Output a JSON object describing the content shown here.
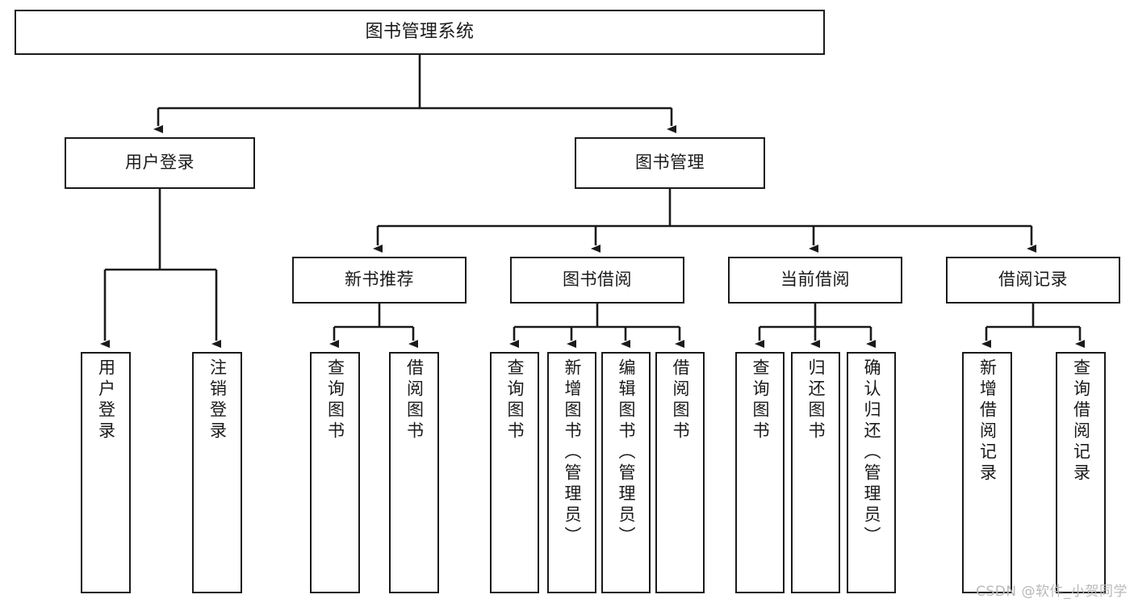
{
  "diagram": {
    "title": "图书管理系统",
    "type": "hierarchy-tree",
    "colors": {
      "stroke": "#1a1a1a",
      "fill": "#ffffff",
      "background": "#ffffff",
      "watermark": "#b9b9b9"
    },
    "levels": {
      "root": {
        "label": "图书管理系统"
      },
      "level2": [
        {
          "label": "用户登录"
        },
        {
          "label": "图书管理"
        }
      ],
      "level3": [
        {
          "label": "新书推荐"
        },
        {
          "label": "图书借阅"
        },
        {
          "label": "当前借阅"
        },
        {
          "label": "借阅记录"
        }
      ],
      "leaves": [
        {
          "label": "用户登录",
          "parent": "用户登录"
        },
        {
          "label": "注销登录",
          "parent": "用户登录"
        },
        {
          "label": "查询图书",
          "parent": "新书推荐"
        },
        {
          "label": "借阅图书",
          "parent": "新书推荐"
        },
        {
          "label": "查询图书",
          "parent": "图书借阅"
        },
        {
          "label": "新增图书（管理员）",
          "parent": "图书借阅"
        },
        {
          "label": "编辑图书（管理员）",
          "parent": "图书借阅"
        },
        {
          "label": "借阅图书",
          "parent": "图书借阅"
        },
        {
          "label": "查询图书",
          "parent": "当前借阅"
        },
        {
          "label": "归还图书",
          "parent": "当前借阅"
        },
        {
          "label": "确认归还（管理员）",
          "parent": "当前借阅"
        },
        {
          "label": "新增借阅记录",
          "parent": "借阅记录"
        },
        {
          "label": "查询借阅记录",
          "parent": "借阅记录"
        }
      ]
    }
  },
  "watermark": {
    "text": "CSDN @软件_小贺同学"
  }
}
